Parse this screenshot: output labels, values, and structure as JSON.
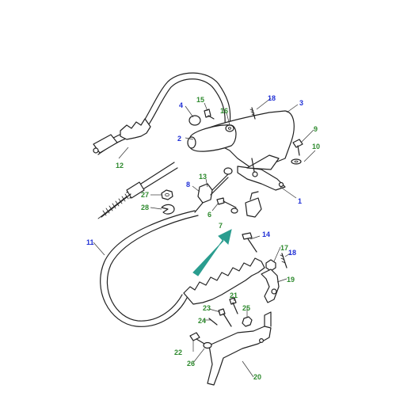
{
  "diagram": {
    "colors": {
      "label_blue": "#1f2fd6",
      "label_green": "#2e8a2e",
      "arrow": "#2a9d8f",
      "stroke": "#222222"
    },
    "callouts": [
      {
        "id": "c1",
        "label": "1",
        "color": "blue"
      },
      {
        "id": "c2",
        "label": "2",
        "color": "blue"
      },
      {
        "id": "c3",
        "label": "3",
        "color": "blue"
      },
      {
        "id": "c4",
        "label": "4",
        "color": "blue"
      },
      {
        "id": "c6",
        "label": "6",
        "color": "green"
      },
      {
        "id": "c7",
        "label": "7",
        "color": "green"
      },
      {
        "id": "c8",
        "label": "8",
        "color": "blue"
      },
      {
        "id": "c9",
        "label": "9",
        "color": "green"
      },
      {
        "id": "c10",
        "label": "10",
        "color": "green"
      },
      {
        "id": "c11",
        "label": "11",
        "color": "blue"
      },
      {
        "id": "c12",
        "label": "12",
        "color": "green"
      },
      {
        "id": "c13",
        "label": "13",
        "color": "green"
      },
      {
        "id": "c14",
        "label": "14",
        "color": "blue"
      },
      {
        "id": "c15",
        "label": "15",
        "color": "green"
      },
      {
        "id": "c16",
        "label": "16",
        "color": "green"
      },
      {
        "id": "c17",
        "label": "17",
        "color": "green"
      },
      {
        "id": "c18a",
        "label": "18",
        "color": "blue"
      },
      {
        "id": "c18b",
        "label": "18",
        "color": "blue"
      },
      {
        "id": "c19",
        "label": "19",
        "color": "green"
      },
      {
        "id": "c20",
        "label": "20",
        "color": "green"
      },
      {
        "id": "c21",
        "label": "21",
        "color": "green"
      },
      {
        "id": "c22",
        "label": "22",
        "color": "green"
      },
      {
        "id": "c23",
        "label": "23",
        "color": "green"
      },
      {
        "id": "c24",
        "label": "24",
        "color": "green"
      },
      {
        "id": "c25",
        "label": "25",
        "color": "green"
      },
      {
        "id": "c26",
        "label": "26",
        "color": "green"
      },
      {
        "id": "c27",
        "label": "27",
        "color": "green"
      },
      {
        "id": "c28",
        "label": "28",
        "color": "green"
      }
    ]
  }
}
